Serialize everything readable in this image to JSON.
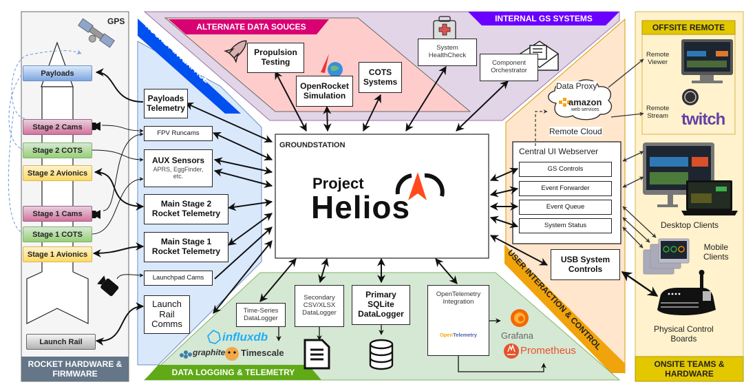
{
  "sections": {
    "rocket_hw": {
      "title_line1": "ROCKET HARDWARE &",
      "title_line2": "FIRMWARE",
      "gps_label": "GPS"
    },
    "rocket_interface": {
      "title": "ROCKET INTERFACE"
    },
    "alternate_data": {
      "title": "ALTERNATE DATA SOUCES"
    },
    "internal_gs": {
      "title": "INTERNAL GS SYSTEMS"
    },
    "offsite_remote": {
      "title": "OFFSITE REMOTE"
    },
    "onsite_teams": {
      "title_line1": "ONSITE TEAMS &",
      "title_line2": "HARDWARE"
    },
    "user_interaction": {
      "title": "USER INTERACTION & CONTROL"
    },
    "data_logging": {
      "title": "DATA LOGGING & TELEMETRY"
    }
  },
  "hardware": {
    "payloads": "Payloads",
    "stage2_cams": "Stage 2 Cams",
    "stage2_cots": "Stage 2 COTS",
    "stage2_avionics": "Stage 2 Avionics",
    "stage1_cams": "Stage 1 Cams",
    "stage1_cots": "Stage 1 COTS",
    "stage1_avionics": "Stage 1 Avionics",
    "launch_rail": "Launch Rail"
  },
  "interface": {
    "payloads_tel_l1": "Payloads",
    "payloads_tel_l2": "Telemetry",
    "fpv_runcams": "FPV Runcams",
    "aux_title": "AUX Sensors",
    "aux_sub1": "APRS, EggFinder,",
    "aux_sub2": "etc.",
    "main2_l1": "Main Stage 2",
    "main2_l2": "Rocket Telemetry",
    "main1_l1": "Main Stage 1",
    "main1_l2": "Rocket Telemetry",
    "launchpad_cams": "Launchpad Cams",
    "rail_l1": "Launch",
    "rail_l2": "Rail",
    "rail_l3": "Comms"
  },
  "alternate": {
    "propulsion_l1": "Propulsion",
    "propulsion_l2": "Testing",
    "openrocket_l1": "OpenRocket",
    "openrocket_l2": "Simulation",
    "cots_l1": "COTS",
    "cots_l2": "Systems"
  },
  "internal": {
    "healthcheck_l1": "System",
    "healthcheck_l2": "HealthCheck",
    "orchestrator_l1": "Component",
    "orchestrator_l2": "Orchestrator"
  },
  "groundstation": {
    "label": "GROUNDSTATION",
    "logo_top": "Project",
    "logo_main": "Helios",
    "logo_accent": "#ff4a1c"
  },
  "cloud": {
    "top_label": "Data Proxy",
    "brand": "amazon",
    "brand_sub": "web services",
    "bottom_label": "Remote Cloud"
  },
  "webserver": {
    "title": "Central UI Webserver",
    "items": [
      "GS Controls",
      "Event Forwarder",
      "Event Queue",
      "System Status"
    ]
  },
  "usb": {
    "l1": "USB System",
    "l2": "Controls"
  },
  "remote": {
    "viewer_l1": "Remote",
    "viewer_l2": "Viewer",
    "stream_l1": "Remote",
    "stream_l2": "Stream",
    "twitch": "twitch"
  },
  "onsite": {
    "desktop": "Desktop Clients",
    "mobile_l1": "Mobile",
    "mobile_l2": "Clients",
    "boards_l1": "Physical Control",
    "boards_l2": "Boards"
  },
  "logging": {
    "timeseries_l1": "Time-Series",
    "timeseries_l2": "DataLogger",
    "secondary_l1": "Secondary",
    "secondary_l2": "CSV/XLSX",
    "secondary_l3": "DataLogger",
    "primary_l1": "Primary",
    "primary_l2": "SQLite",
    "primary_l3": "DataLogger",
    "otel_l1": "OpenTelemetry",
    "otel_l2": "Integration",
    "otel_brand_a": "Open",
    "otel_brand_b": "Telemetry",
    "influx": "influxdb",
    "graphite": "graphite",
    "timescale": "Timescale",
    "grafana": "Grafana",
    "prometheus": "Prometheus"
  },
  "colors": {
    "rocket_hw_bg": "#f5f5f5",
    "rocket_hw_banner": "#647687",
    "interface_bg": "#dae8fc",
    "interface_banner": "#0050ef",
    "internal_bg": "#e1d5e7",
    "internal_banner": "#6a00ff",
    "alternate_bg": "#ffcccc",
    "alternate_banner": "#d80073",
    "user_bg": "#ffe6cc",
    "user_banner": "#f0a30a",
    "onsite_bg": "#fff2cc",
    "onsite_banner": "#e3c800",
    "logging_bg": "#d5e8d4",
    "logging_banner": "#60a917"
  }
}
